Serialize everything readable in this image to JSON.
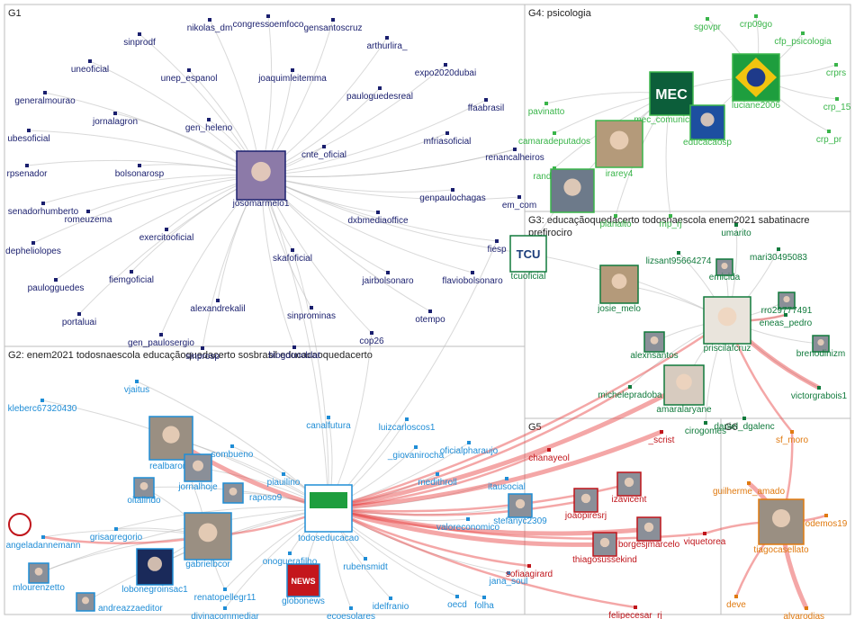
{
  "colors": {
    "g1": "#1a1f6e",
    "g2": "#1f8dd6",
    "g3": "#107a3c",
    "g4": "#3ab54a",
    "g5": "#c0151b",
    "g6": "#e07a10",
    "edge": "#b9b9b9",
    "edge_red": "#e63b3b",
    "panel_border": "#bdbdbd"
  },
  "groups": [
    {
      "id": "g1",
      "title": "G1"
    },
    {
      "id": "g2",
      "title": "G2: enem2021 todosnaescola educaçãoquedacerto sosbrasil educacaoquedacerto"
    },
    {
      "id": "g3",
      "title": "G3: educaçãoquedacerto todosnaescola enem2021 sabatinacre",
      "title2": "prefirociro"
    },
    {
      "id": "g4",
      "title": "G4: psicologia"
    },
    {
      "id": "g5",
      "title": "G5"
    },
    {
      "id": "g6",
      "title": "G6"
    }
  ],
  "nodes": [
    {
      "id": "josos",
      "label": "josomarmelo1",
      "group": "g1",
      "avatar": true,
      "avatar_kind": "building"
    },
    {
      "id": "sinprodf",
      "label": "sinprodf",
      "group": "g1"
    },
    {
      "id": "nikolas",
      "label": "nikolas_dm",
      "group": "g1"
    },
    {
      "id": "congresso",
      "label": "congressoemfoco",
      "group": "g1"
    },
    {
      "id": "gensantos",
      "label": "gensantoscruz",
      "group": "g1"
    },
    {
      "id": "arthurlira",
      "label": "arthurlira_",
      "group": "g1"
    },
    {
      "id": "uneoficial",
      "label": "uneoficial",
      "group": "g1"
    },
    {
      "id": "unepesp",
      "label": "unep_espanol",
      "group": "g1"
    },
    {
      "id": "joaquim",
      "label": "joaquimleitemma",
      "group": "g1"
    },
    {
      "id": "expo",
      "label": "expo2020dubai",
      "group": "g1"
    },
    {
      "id": "generalm",
      "label": "generalmourao",
      "group": "g1"
    },
    {
      "id": "pauloguedesreal",
      "label": "pauloguedesreal",
      "group": "g1"
    },
    {
      "id": "jornalagron",
      "label": "jornalagron",
      "group": "g1"
    },
    {
      "id": "ffaabrasil",
      "label": "ffaabrasil",
      "group": "g1"
    },
    {
      "id": "genheleno",
      "label": "gen_heleno",
      "group": "g1"
    },
    {
      "id": "ubes",
      "label": "ubesoficial",
      "group": "g1"
    },
    {
      "id": "mfria",
      "label": "mfriasoficial",
      "group": "g1"
    },
    {
      "id": "cnte",
      "label": "cnte_oficial",
      "group": "g1"
    },
    {
      "id": "renan",
      "label": "renancalheiros",
      "group": "g1"
    },
    {
      "id": "rpsenador",
      "label": "rpsenador",
      "group": "g1"
    },
    {
      "id": "bolsonarosp",
      "label": "bolsonarosp",
      "group": "g1"
    },
    {
      "id": "senadorh",
      "label": "senadorhumberto",
      "group": "g1"
    },
    {
      "id": "romeuzema",
      "label": "romeuzema",
      "group": "g1"
    },
    {
      "id": "genpaulo",
      "label": "genpaulochagas",
      "group": "g1"
    },
    {
      "id": "emcom",
      "label": "em_com",
      "group": "g1"
    },
    {
      "id": "dxb",
      "label": "dxbmediaoffice",
      "group": "g1"
    },
    {
      "id": "depheli",
      "label": "depheliolopes",
      "group": "g1"
    },
    {
      "id": "exercito",
      "label": "exercitooficial",
      "group": "g1"
    },
    {
      "id": "fiesp",
      "label": "fiesp",
      "group": "g1"
    },
    {
      "id": "skaf",
      "label": "skafoficial",
      "group": "g1"
    },
    {
      "id": "jairbolsonaro",
      "label": "jairbolsonaro",
      "group": "g1"
    },
    {
      "id": "flaviob",
      "label": "flaviobolsonaro",
      "group": "g1"
    },
    {
      "id": "paulogg",
      "label": "paulogguedes",
      "group": "g1"
    },
    {
      "id": "fiemg",
      "label": "fiemgoficial",
      "group": "g1"
    },
    {
      "id": "alexkalil",
      "label": "alexandrekalil",
      "group": "g1"
    },
    {
      "id": "portaluai",
      "label": "portaluai",
      "group": "g1"
    },
    {
      "id": "sinprominas",
      "label": "sinprominas",
      "group": "g1"
    },
    {
      "id": "otempo",
      "label": "otempo",
      "group": "g1"
    },
    {
      "id": "genpaulos",
      "label": "gen_paulosergio",
      "group": "g1"
    },
    {
      "id": "cop26",
      "label": "cop26",
      "group": "g1"
    },
    {
      "id": "sinprosp",
      "label": "sinprosp",
      "group": "g1"
    },
    {
      "id": "blogdonoblat",
      "label": "blogdonoblat",
      "group": "g1"
    },
    {
      "id": "sgovpr",
      "label": "sgovpr",
      "group": "g4"
    },
    {
      "id": "crp09go",
      "label": "crp09go",
      "group": "g4"
    },
    {
      "id": "cfppsi",
      "label": "cfp_psicologia",
      "group": "g4"
    },
    {
      "id": "crprs",
      "label": "crprs",
      "group": "g4"
    },
    {
      "id": "pavinatto",
      "label": "pavinatto",
      "group": "g4"
    },
    {
      "id": "mec",
      "label": "mec_comunicacao",
      "group": "g4",
      "avatar": true,
      "avatar_kind": "mec"
    },
    {
      "id": "luciane",
      "label": "luciane2006",
      "group": "g4",
      "avatar": true,
      "avatar_kind": "flag"
    },
    {
      "id": "crp15",
      "label": "crp_15",
      "group": "g4"
    },
    {
      "id": "camara",
      "label": "camaradeputados",
      "group": "g4"
    },
    {
      "id": "educsp",
      "label": "educacaosp",
      "group": "g4",
      "avatar": true,
      "avatar_kind": "blue"
    },
    {
      "id": "crppr",
      "label": "crp_pr",
      "group": "g4"
    },
    {
      "id": "irarey",
      "label": "irarey4",
      "group": "g4",
      "avatar": true,
      "avatar_kind": "photo"
    },
    {
      "id": "randolfe",
      "label": "randolfeap",
      "group": "g4"
    },
    {
      "id": "minmec",
      "label": "",
      "group": "g4",
      "avatar": true,
      "avatar_kind": "person"
    },
    {
      "id": "planalto",
      "label": "planalto",
      "group": "g4"
    },
    {
      "id": "mprj",
      "label": "mp_rj",
      "group": "g4"
    },
    {
      "id": "umarito",
      "label": "umarito",
      "group": "g3"
    },
    {
      "id": "tcu",
      "label": "tcuoficial",
      "group": "g3",
      "avatar": true,
      "avatar_kind": "tcu"
    },
    {
      "id": "lizsant",
      "label": "lizsant95664274",
      "group": "g3"
    },
    {
      "id": "mari",
      "label": "mari30495083",
      "group": "g3"
    },
    {
      "id": "emicida",
      "label": "emicida",
      "group": "g3",
      "avatar": true,
      "avatar_kind": "small"
    },
    {
      "id": "josie",
      "label": "josie_melo",
      "group": "g3",
      "avatar": true,
      "avatar_kind": "photo"
    },
    {
      "id": "rro",
      "label": "rro29777491",
      "group": "g3",
      "avatar": true,
      "avatar_kind": "small"
    },
    {
      "id": "eneas",
      "label": "eneas_pedro",
      "group": "g3"
    },
    {
      "id": "priscila",
      "label": "priscilafcruz",
      "group": "g3",
      "avatar": true,
      "avatar_kind": "woman"
    },
    {
      "id": "alexn",
      "label": "alexnsantos",
      "group": "g3",
      "avatar": true,
      "avatar_kind": "small"
    },
    {
      "id": "brenod",
      "label": "brenodinizm",
      "group": "g3",
      "avatar": true,
      "avatar_kind": "small"
    },
    {
      "id": "michele",
      "label": "michelepradoba",
      "group": "g3"
    },
    {
      "id": "victorg",
      "label": "victorgrabois1",
      "group": "g3"
    },
    {
      "id": "amaral",
      "label": "amaralaryane",
      "group": "g3",
      "avatar": true,
      "avatar_kind": "woman2"
    },
    {
      "id": "cirogomes",
      "label": "cirogomes",
      "group": "g3"
    },
    {
      "id": "danield",
      "label": "daniel_dgalenc",
      "group": "g3"
    },
    {
      "id": "kleberc",
      "label": "kleberc67320430",
      "group": "g2"
    },
    {
      "id": "vjaitus",
      "label": "vjaitus",
      "group": "g2"
    },
    {
      "id": "realbarone",
      "label": "realbarone",
      "group": "g2",
      "avatar": true,
      "avatar_kind": "man"
    },
    {
      "id": "sombueno",
      "label": "sombueno",
      "group": "g2"
    },
    {
      "id": "canalfutura",
      "label": "canalfutura",
      "group": "g2"
    },
    {
      "id": "luizcarlos",
      "label": "luizcarloscos1",
      "group": "g2"
    },
    {
      "id": "giovani",
      "label": "_giovanirocha",
      "group": "g2"
    },
    {
      "id": "oficialph",
      "label": "oficialpharaujo",
      "group": "g2"
    },
    {
      "id": "jornalhoje",
      "label": "jornalhoje",
      "group": "g2",
      "avatar": true,
      "avatar_kind": "small"
    },
    {
      "id": "oitalindo",
      "label": "oitalindo",
      "group": "g2",
      "avatar": true,
      "avatar_kind": "small"
    },
    {
      "id": "piauilino",
      "label": "piauilino",
      "group": "g2"
    },
    {
      "id": "medithroll",
      "label": "medithroll",
      "group": "g2"
    },
    {
      "id": "itausocial",
      "label": "itausocial",
      "group": "g2"
    },
    {
      "id": "raposo",
      "label": "raposo9",
      "group": "g2",
      "avatar": true,
      "avatar_kind": "small"
    },
    {
      "id": "todosed",
      "label": "todoseducacao",
      "group": "g2",
      "avatar": true,
      "avatar_kind": "todos"
    },
    {
      "id": "valorecon",
      "label": "valoreconomico",
      "group": "g2"
    },
    {
      "id": "stefany",
      "label": "stefanyc2309",
      "group": "g2",
      "avatar": true,
      "avatar_kind": "small"
    },
    {
      "id": "grisa",
      "label": "grisagregorio",
      "group": "g2"
    },
    {
      "id": "gabrielbcor",
      "label": "gabrielbcor",
      "group": "g2",
      "avatar": true,
      "avatar_kind": "man2"
    },
    {
      "id": "angela",
      "label": "angeladannemann",
      "group": "g2"
    },
    {
      "id": "onog",
      "label": "onoguerafilho",
      "group": "g2"
    },
    {
      "id": "rubensmidt",
      "label": "rubensmidt",
      "group": "g2"
    },
    {
      "id": "janasoul",
      "label": "jana_soul",
      "group": "g2"
    },
    {
      "id": "mlourenzetto",
      "label": "mlourenzetto",
      "group": "g2",
      "avatar": true,
      "avatar_kind": "small"
    },
    {
      "id": "lobonegro",
      "label": "lobonegroinsac1",
      "group": "g2",
      "avatar": true,
      "avatar_kind": "dark"
    },
    {
      "id": "renatop",
      "label": "renatopellegr11",
      "group": "g2"
    },
    {
      "id": "globonews",
      "label": "globonews",
      "group": "g2",
      "avatar": true,
      "avatar_kind": "globo"
    },
    {
      "id": "folha",
      "label": "folha",
      "group": "g2"
    },
    {
      "id": "andreazza",
      "label": "andreazzaeditor",
      "group": "g2",
      "avatar": true,
      "avatar_kind": "small"
    },
    {
      "id": "divina",
      "label": "divinacommediar",
      "group": "g2"
    },
    {
      "id": "idelf",
      "label": "idelfranio",
      "group": "g2"
    },
    {
      "id": "oecd",
      "label": "oecd",
      "group": "g2"
    },
    {
      "id": "ecoesolares",
      "label": "ecoesolares",
      "group": "g2"
    },
    {
      "id": "chanay",
      "label": "chanayeol",
      "group": "g5"
    },
    {
      "id": "scrist",
      "label": "_scrist",
      "group": "g5"
    },
    {
      "id": "izavicent",
      "label": "izavicent",
      "group": "g5",
      "avatar": true,
      "avatar_kind": "small"
    },
    {
      "id": "joaopires",
      "label": "joaopiresrj",
      "group": "g5",
      "avatar": true,
      "avatar_kind": "small"
    },
    {
      "id": "borges",
      "label": "borgesjmarcelo",
      "group": "g5",
      "avatar": true,
      "avatar_kind": "small"
    },
    {
      "id": "viquetorea",
      "label": "viquetorea",
      "group": "g5"
    },
    {
      "id": "sofia",
      "label": "sofiaagirard",
      "group": "g5"
    },
    {
      "id": "thiago",
      "label": "thiagosussekind",
      "group": "g5",
      "avatar": true,
      "avatar_kind": "small"
    },
    {
      "id": "felipe",
      "label": "felipecesar_rj",
      "group": "g5"
    },
    {
      "id": "sfmoro",
      "label": "sf_moro",
      "group": "g6"
    },
    {
      "id": "guilherme",
      "label": "guilherme_amado",
      "group": "g6"
    },
    {
      "id": "demos",
      "label": "odemos19",
      "group": "g6"
    },
    {
      "id": "tiago",
      "label": "tiagocasellato",
      "group": "g6",
      "avatar": true,
      "avatar_kind": "man3"
    },
    {
      "id": "deve",
      "label": "deve",
      "group": "g6"
    },
    {
      "id": "alvaro",
      "label": "alvarodias_",
      "group": "g6"
    }
  ]
}
